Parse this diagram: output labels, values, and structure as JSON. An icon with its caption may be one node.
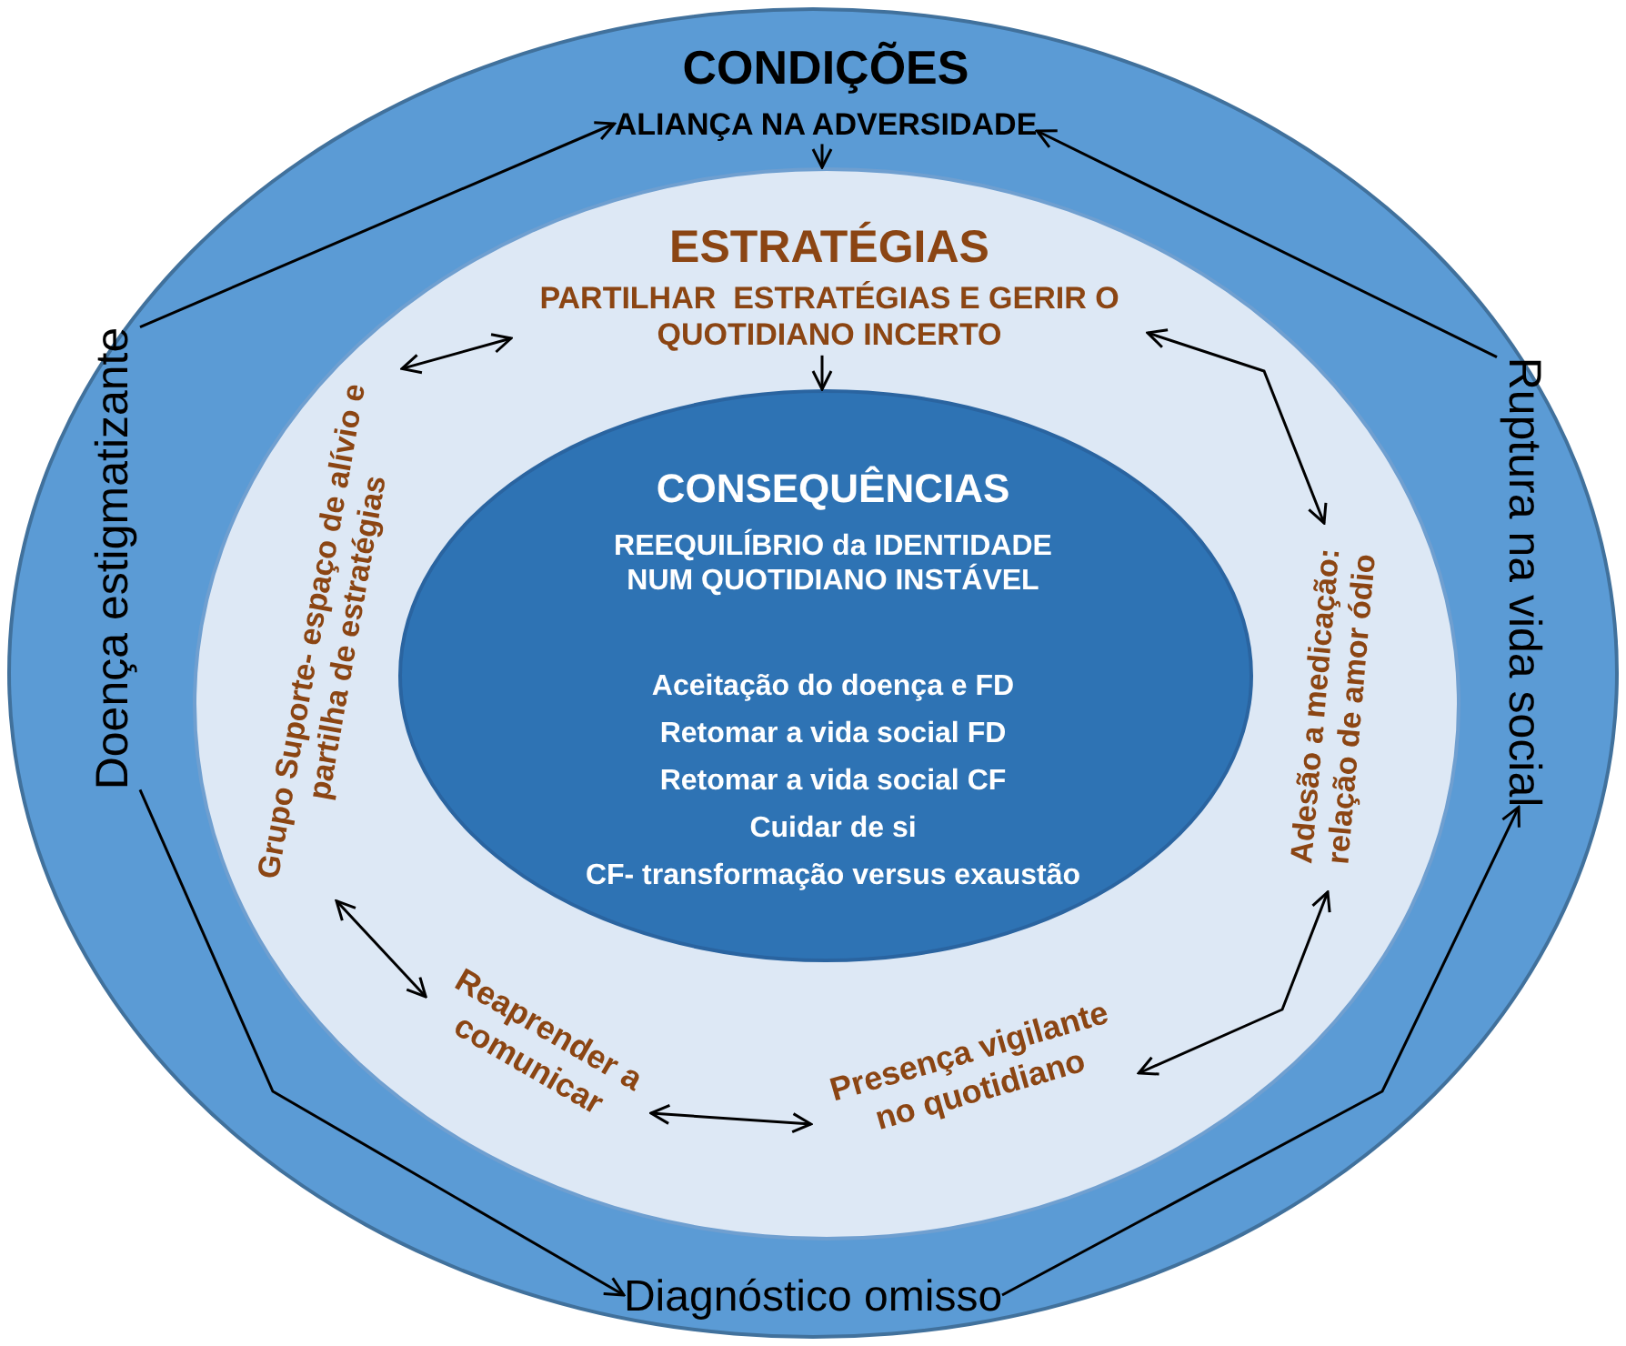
{
  "diagram": {
    "nodes": [
      {
        "text": [
          "CONDIÇÕES"
        ]
      },
      {
        "text": [
          "ALIANÇA NA ADVERSIDADE"
        ],
        "in": 0
      },
      {
        "text": [
          "Doença estigmatizante"
        ],
        "in": 0
      },
      {
        "text": [
          "Ruptura na vida social"
        ],
        "in": 0
      },
      {
        "text": [
          "Diagnóstico omisso"
        ],
        "in": 0
      },
      {
        "text": [
          "ESTRATÉGIAS"
        ],
        "in": 0
      },
      {
        "text": [
          "PARTILHAR  ESTRATÉGIAS E GERIR O QUOTIDIANO INCERTO"
        ],
        "in": 5
      },
      {
        "text": [
          "Grupo Suporte- espaço de alívio e partilha de estratégias"
        ],
        "in": 5
      },
      {
        "text": [
          "Adesão a medicação: relação de amor ódio"
        ],
        "in": 5
      },
      {
        "text": [
          "Reaprender a comunicar"
        ],
        "in": 5
      },
      {
        "text": [
          "Presença vigilante no quotidiano"
        ],
        "in": 5
      },
      {
        "text": [
          "CONSEQUÊNCIAS",
          "REEQUILÍBRIO da IDENTIDADE NUM QUOTIDIANO INSTÁVEL",
          "Aceitação do doença e FD",
          "Retomar a vida social FD",
          "Retomar a vida social CF",
          "Cuidar de si",
          "CF- transformação versus exaustão"
        ],
        "in": 5
      }
    ],
    "edges": [
      {
        "from": 1,
        "to": 5,
        "arrow": "to"
      },
      {
        "from": 6,
        "to": 11,
        "arrow": "to"
      },
      {
        "from": 6,
        "to": 7,
        "arrow": "both"
      },
      {
        "from": 6,
        "to": 8,
        "arrow": "both"
      },
      {
        "from": 7,
        "to": 9,
        "arrow": "both"
      },
      {
        "from": 9,
        "to": 10,
        "arrow": "both"
      },
      {
        "from": 10,
        "to": 8,
        "arrow": "both"
      },
      {
        "from": 2,
        "to": 1,
        "arrow": "to"
      },
      {
        "from": 3,
        "to": 1,
        "arrow": "to"
      },
      {
        "from": 2,
        "to": 4,
        "arrow": "to"
      },
      {
        "from": 4,
        "to": 3,
        "arrow": "to"
      }
    ]
  }
}
